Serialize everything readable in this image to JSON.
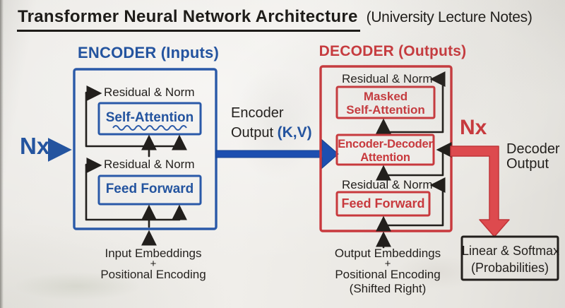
{
  "title": {
    "main": "Transformer Neural Network Architecture",
    "suffix": "(University Lecture Notes)"
  },
  "encoder": {
    "heading": "ENCODER (Inputs)",
    "nx_label": "Nx",
    "residual_norm_1": "Residual & Norm",
    "self_attention": "Self-Attention",
    "residual_norm_2": "Residual & Norm",
    "feed_forward": "Feed Forward",
    "input_line1": "Input Embeddings",
    "input_plus": "+",
    "input_line2": "Positional Encoding"
  },
  "middle": {
    "encoder_output_line1": "Encoder",
    "encoder_output_line2": "Output",
    "kv": "(K,V)"
  },
  "decoder": {
    "heading": "DECODER (Outputs)",
    "nx_label": "Nx",
    "residual_norm_1": "Residual & Norm",
    "masked_line1": "Masked",
    "masked_line2": "Self-Attention",
    "encdec_line1": "Encoder-Decoder",
    "encdec_line2": "Attention",
    "residual_norm_2": "Residual & Norm",
    "feed_forward": "Feed Forward",
    "output_line1": "Output Embeddings",
    "output_plus": "+",
    "output_line2": "Positional Encoding",
    "output_line3": "(Shifted Right)"
  },
  "right": {
    "decoder_output_line1": "Decoder",
    "decoder_output_line2": "Output",
    "linear_softmax_line1": "Linear & Softmax",
    "linear_softmax_line2": "(Probabilities)"
  },
  "colors": {
    "blue": "#24549f",
    "red": "#c8393d",
    "ink": "#221f1c",
    "board": "#e9e7e3"
  }
}
